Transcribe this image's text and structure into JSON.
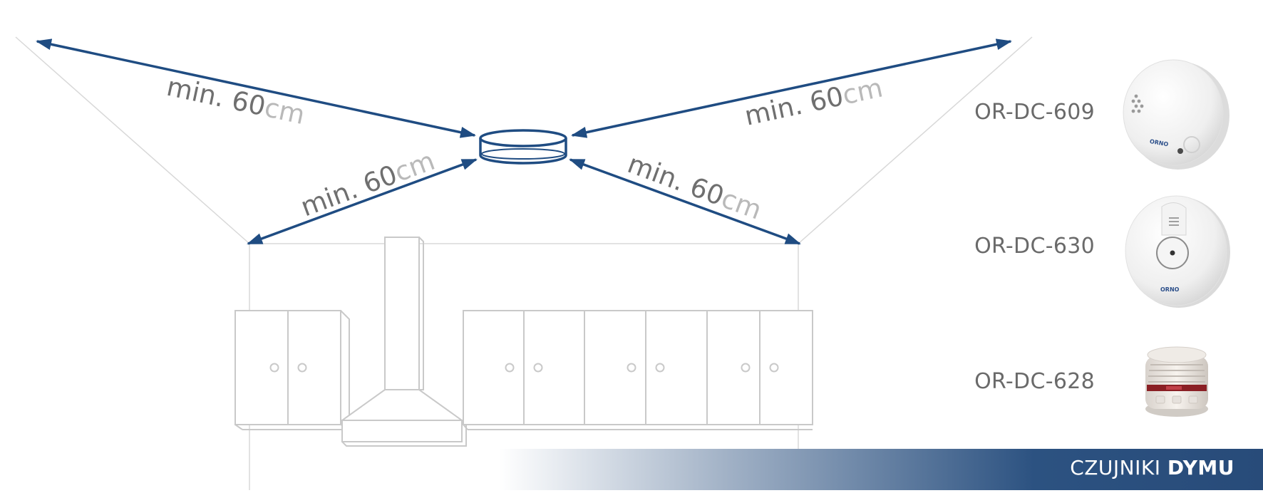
{
  "distances": {
    "top_left": {
      "value": "min. 60",
      "unit": "cm"
    },
    "top_right": {
      "value": "min. 60",
      "unit": "cm"
    },
    "bottom_left": {
      "value": "min. 60",
      "unit": "cm"
    },
    "bottom_right": {
      "value": "min. 60",
      "unit": "cm"
    }
  },
  "products": [
    {
      "model": "OR-DC-609",
      "icon": "round-smoke-detector-icon",
      "brand": "ORNO"
    },
    {
      "model": "OR-DC-630",
      "icon": "round-smoke-detector-icon",
      "brand": "ORNO"
    },
    {
      "model": "OR-DC-628",
      "icon": "mini-smoke-detector-icon"
    }
  ],
  "banner": {
    "label_regular": "CZUJNIKI",
    "label_bold": "DYMU"
  },
  "colors": {
    "arrow": "#1f4c82",
    "banner": "#2c5281",
    "outline": "#c8c8c8"
  }
}
